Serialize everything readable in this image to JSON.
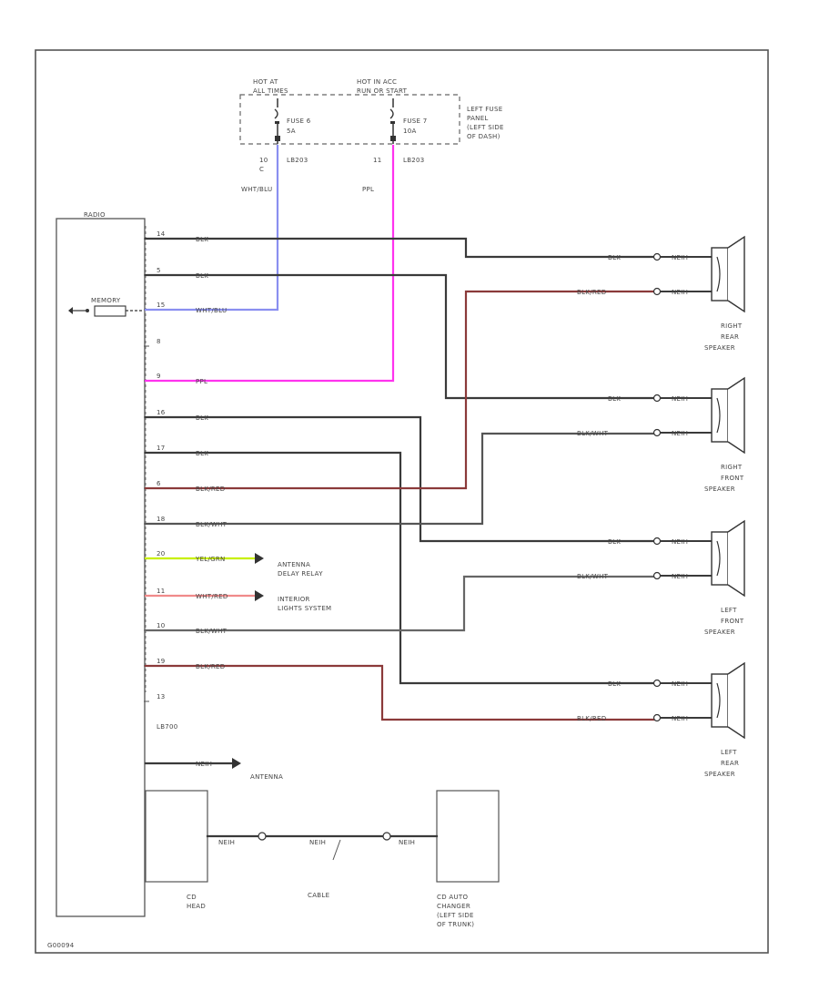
{
  "colors": {
    "black": "#3a3a3a",
    "white_blue": "#8a8ff0",
    "purple": "#ff33ee",
    "black_red": "#8b3a3a",
    "black_white": "#555555",
    "yellow_green": "#c8f000",
    "white_red": "#f08a8a",
    "frame": "#444444"
  },
  "fuse_panel": {
    "hot_at_all_times": "HOT AT\nALL TIMES",
    "hot_in_acc": "HOT IN ACC\nRUN OR START",
    "fuse_a_name": "FUSE 6",
    "fuse_a_amp": "5A",
    "fuse_b_name": "FUSE 7",
    "fuse_b_amp": "10A",
    "panel_label": "LEFT FUSE\nPANEL\n(LEFT SIDE\nOF DASH)",
    "conn_a_pin": "10\nC",
    "conn_a_id": "LB203",
    "conn_b_pin": "11",
    "conn_b_id": "LB203",
    "wire_a_color": "WHT/BLU",
    "wire_b_color": "PPL"
  },
  "radio": {
    "title": "RADIO",
    "memory_label": "MEMORY",
    "pins": [
      "14",
      "5",
      "15",
      "8",
      "9",
      "16",
      "17",
      "6",
      "18",
      "20",
      "11",
      "10",
      "19",
      "13"
    ],
    "connector_label": "LB700",
    "wire_labels": {
      "p1": "BLK",
      "p2": "BLK",
      "p3": "WHT/BLU",
      "p5": "PPL",
      "p6": "BLK",
      "p7": "BLK",
      "p8": "BLK/RED",
      "p9": "BLK/WHT",
      "p10": "YEL/GRN",
      "p11": "WHT/RED",
      "p12": "BLK/WHT",
      "p13": "BLK/RED",
      "antenna": "NEIH"
    },
    "antenna_delay": "ANTENNA\nDELAY RELAY",
    "interior_lights": "INTERIOR\nLIGHTS SYSTEM",
    "antenna": "ANTENNA"
  },
  "speakers": [
    {
      "name": "RIGHT\nREAR\nSPEAKER",
      "top_wire": "BLK",
      "bottom_wire": "BLK/RED",
      "term": "NEIH"
    },
    {
      "name": "RIGHT\nFRONT\nSPEAKER",
      "top_wire": "BLK",
      "bottom_wire": "BLK/WHT",
      "term": "NEIH"
    },
    {
      "name": "LEFT\nFRONT\nSPEAKER",
      "top_wire": "BLK",
      "bottom_wire": "BLK/WHT",
      "term": "NEIH"
    },
    {
      "name": "LEFT\nREAR\nSPEAKER",
      "top_wire": "BLK",
      "bottom_wire": "BLK/RED",
      "term": "NEIH"
    }
  ],
  "cd": {
    "head_label": "CD\nHEAD",
    "cable_label": "CABLE",
    "cable_ends": [
      "NEIH",
      "NEIH",
      "NEIH"
    ],
    "changer_label": "CD AUTO\nCHANGER\n(LEFT SIDE\nOF TRUNK)"
  },
  "figure_id": "G00094"
}
